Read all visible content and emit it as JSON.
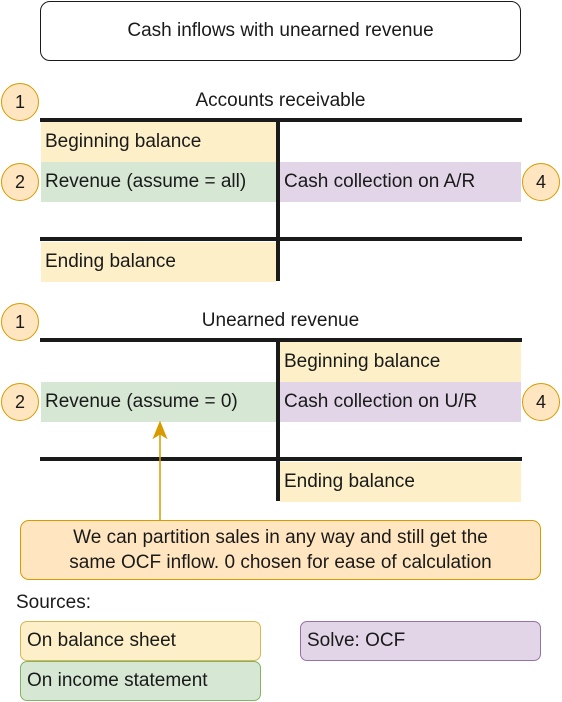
{
  "title": "Cash inflows with unearned revenue",
  "accounts_receivable": {
    "title": "Accounts receivable",
    "step_badge": "1",
    "beginning_balance": "Beginning balance",
    "revenue": "Revenue (assume = all)",
    "revenue_badge": "2",
    "cash_collection": "Cash collection on A/R",
    "cash_badge": "4",
    "ending_balance": "Ending balance"
  },
  "unearned_revenue": {
    "title": "Unearned revenue",
    "step_badge": "1",
    "beginning_balance": "Beginning balance",
    "revenue": "Revenue (assume = 0)",
    "revenue_badge": "2",
    "cash_collection": "Cash collection on U/R",
    "cash_badge": "4",
    "ending_balance": "Ending balance"
  },
  "note": {
    "line1": "We can partition sales in any way and still get the",
    "line2": "same OCF inflow.  0 chosen for ease of calculation"
  },
  "sources": {
    "label": "Sources:",
    "balance_sheet": "On balance sheet",
    "income_statement": "On income statement",
    "solve": "Solve: OCF"
  },
  "colors": {
    "balance_sheet": "#fdf0c8",
    "income_statement": "#d6e8d4",
    "solve": "#e1d5e7",
    "badge_fill": "#ffe6c0",
    "badge_stroke": "#d79b00"
  }
}
